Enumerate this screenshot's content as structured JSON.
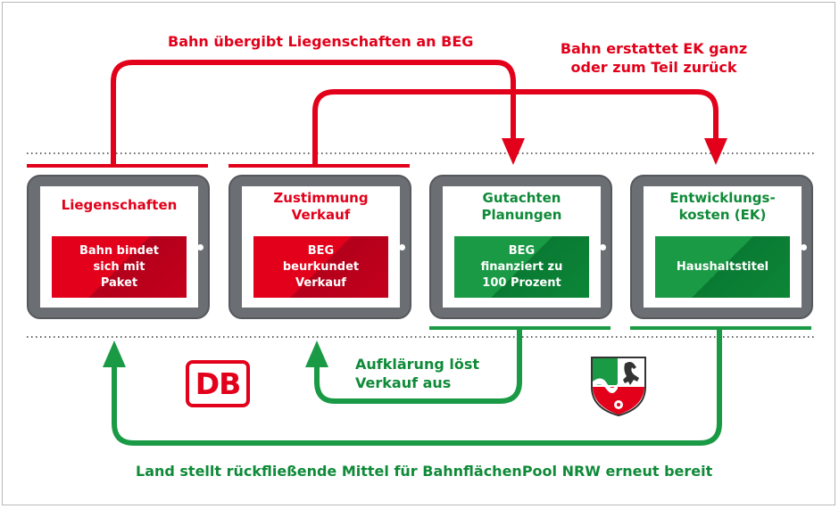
{
  "top_labels": {
    "handover": "Bahn übergibt Liegenschaften an BEG",
    "refund": "Bahn erstattet EK ganz\noder zum Teil zurück"
  },
  "tablets": [
    {
      "title": "Liegenschaften",
      "box": "Bahn bindet\nsich mit\nPaket",
      "color": "red"
    },
    {
      "title": "Zustimmung\nVerkauf",
      "box": "BEG\nbeurkundet\nVerkauf",
      "color": "red"
    },
    {
      "title": "Gutachten\nPlanungen",
      "box": "BEG\nfinanziert zu\n100 Prozent",
      "color": "green"
    },
    {
      "title": "Entwicklungs-\nkosten (EK)",
      "box": "Haushaltstitel",
      "color": "green"
    }
  ],
  "bottom_labels": {
    "clarification": "Aufklärung löst\nVerkauf aus",
    "land": "Land stellt rückfließende Mittel für BahnflächenPool NRW erneut bereit"
  },
  "logos": {
    "db": "DB",
    "nrw": "NRW coat of arms"
  },
  "colors": {
    "red": "#e2001a",
    "green": "#0f8a38",
    "tablet": "#6b6e72"
  }
}
